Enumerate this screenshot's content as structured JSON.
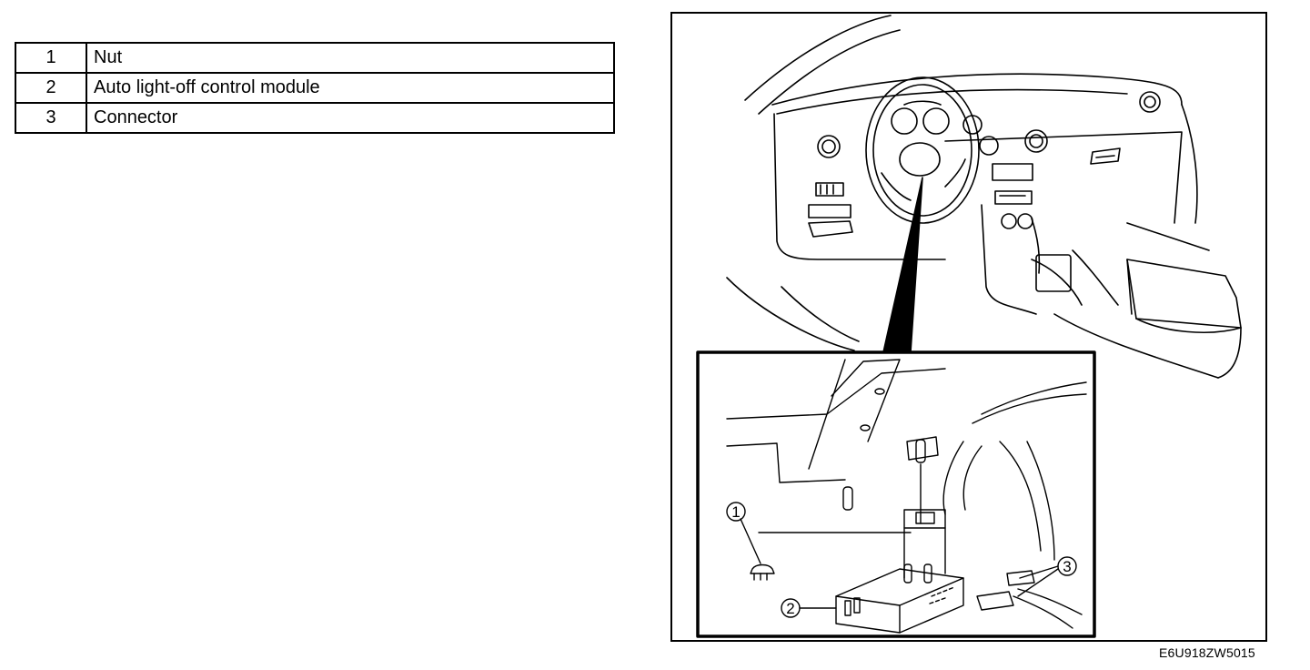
{
  "parts_table": {
    "rows": [
      {
        "number": "1",
        "name": "Nut"
      },
      {
        "number": "2",
        "name": "Auto light-off control module"
      },
      {
        "number": "3",
        "name": "Connector"
      }
    ]
  },
  "figure": {
    "callouts": [
      "1",
      "2",
      "3"
    ],
    "code": "E6U918ZW5015"
  }
}
